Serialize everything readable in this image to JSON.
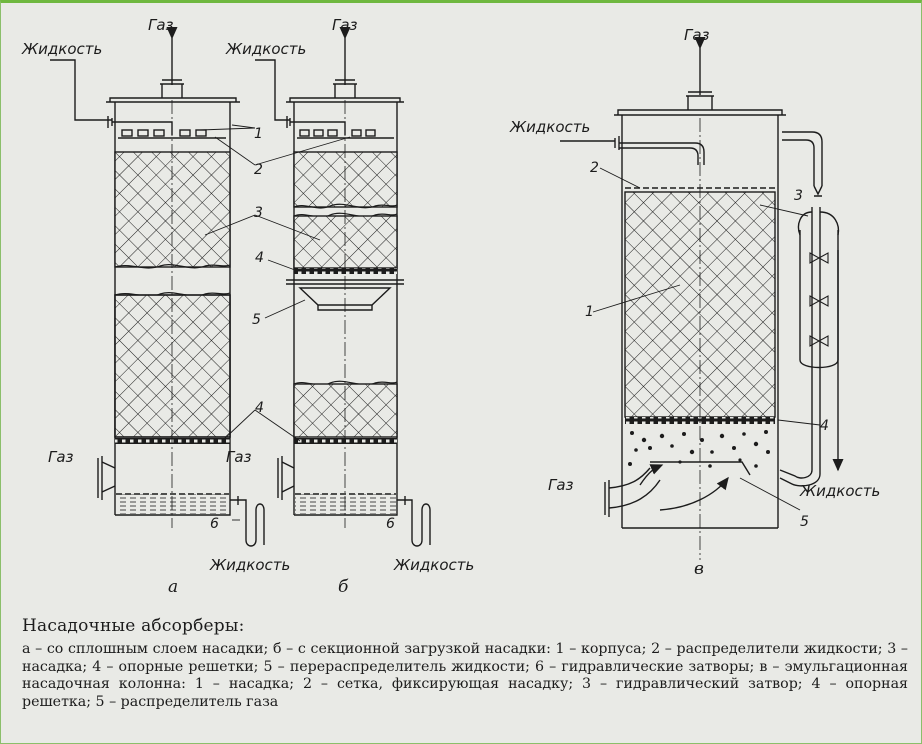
{
  "labels": {
    "gas": "Газ",
    "liquid": "Жидкость"
  },
  "numbers": [
    "1",
    "2",
    "3",
    "4",
    "5",
    "6"
  ],
  "sublabels": {
    "a": "а",
    "b": "б",
    "v": "в"
  },
  "caption": {
    "title": "Насадочные абсорберы:",
    "body": "а – со сплошным слоем насадки; б – с секционной загрузкой насадки: 1 – корпуса; 2 – распределители жидкости; 3 – насадка; 4 – опорные решетки; 5 – перераспределитель жидкости; 6 – гидравлические затворы; в – эмульгационная насадочная колонна: 1 – насадка; 2 – сетка, фиксирующая насадку; 3 – гидравлический затвор; 4 – опорная решетка; 5 – распределитель газа"
  },
  "colors": {
    "line": "#1c1c1c",
    "background": "#e9eae6",
    "frame": "#6fb83f"
  }
}
